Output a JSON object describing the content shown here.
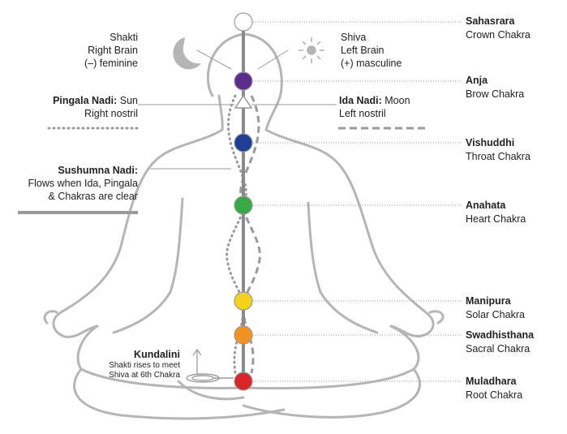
{
  "chakras": [
    {
      "name": "Sahasrara",
      "subtitle": "Crown Chakra",
      "color": "#ffffff"
    },
    {
      "name": "Anja",
      "subtitle": "Brow Chakra",
      "color": "#5b2d8e"
    },
    {
      "name": "Vishuddhi",
      "subtitle": "Throat Chakra",
      "color": "#1f3f93"
    },
    {
      "name": "Anahata",
      "subtitle": "Heart Chakra",
      "color": "#3aa845"
    },
    {
      "name": "Manipura",
      "subtitle": "Solar Chakra",
      "color": "#f5d21b"
    },
    {
      "name": "Swadhisthana",
      "subtitle": "Sacral Chakra",
      "color": "#f39222"
    },
    {
      "name": "Muladhara",
      "subtitle": "Root Chakra",
      "color": "#d8262a"
    }
  ],
  "shakti": {
    "line1": "Shakti",
    "line2": "Right Brain",
    "line3": "(–) feminine"
  },
  "shiva": {
    "line1": "Shiva",
    "line2": "Left Brain",
    "line3": "(+) masculine"
  },
  "pingala": {
    "title": "Pingala Nadi:",
    "rest": " Sun",
    "line2": "Right nostril"
  },
  "ida": {
    "title": "Ida Nadi:",
    "rest": " Moon",
    "line2": "Left nostril"
  },
  "sushumna": {
    "title": "Sushumna Nadi:",
    "line2": "Flows when Ida, Pingala",
    "line3": "& Chakras are clear"
  },
  "kundalini": {
    "title": "Kundalini",
    "line2": "Shakti rises to meet",
    "line3": "Shiva at 6th Chakra"
  },
  "icons": {
    "moon": "crescent-moon-icon",
    "sun": "sun-icon",
    "arrow": "up-arrow-icon",
    "coil": "coil-icon"
  },
  "colors": {
    "outline": "#b5b5b5",
    "spine": "#8a8a8a",
    "leader": "#9a9a9a"
  }
}
